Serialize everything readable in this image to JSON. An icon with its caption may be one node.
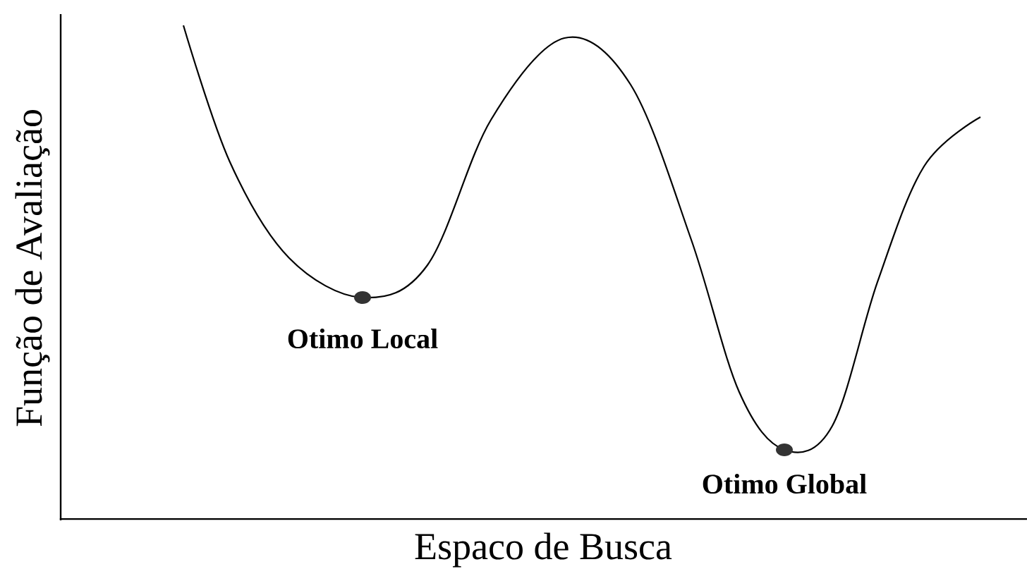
{
  "diagram": {
    "labels": [
      "Função de Avaliação",
      "Otimo Local",
      "Otimo Global",
      "Espaco de Busca"
    ]
  }
}
